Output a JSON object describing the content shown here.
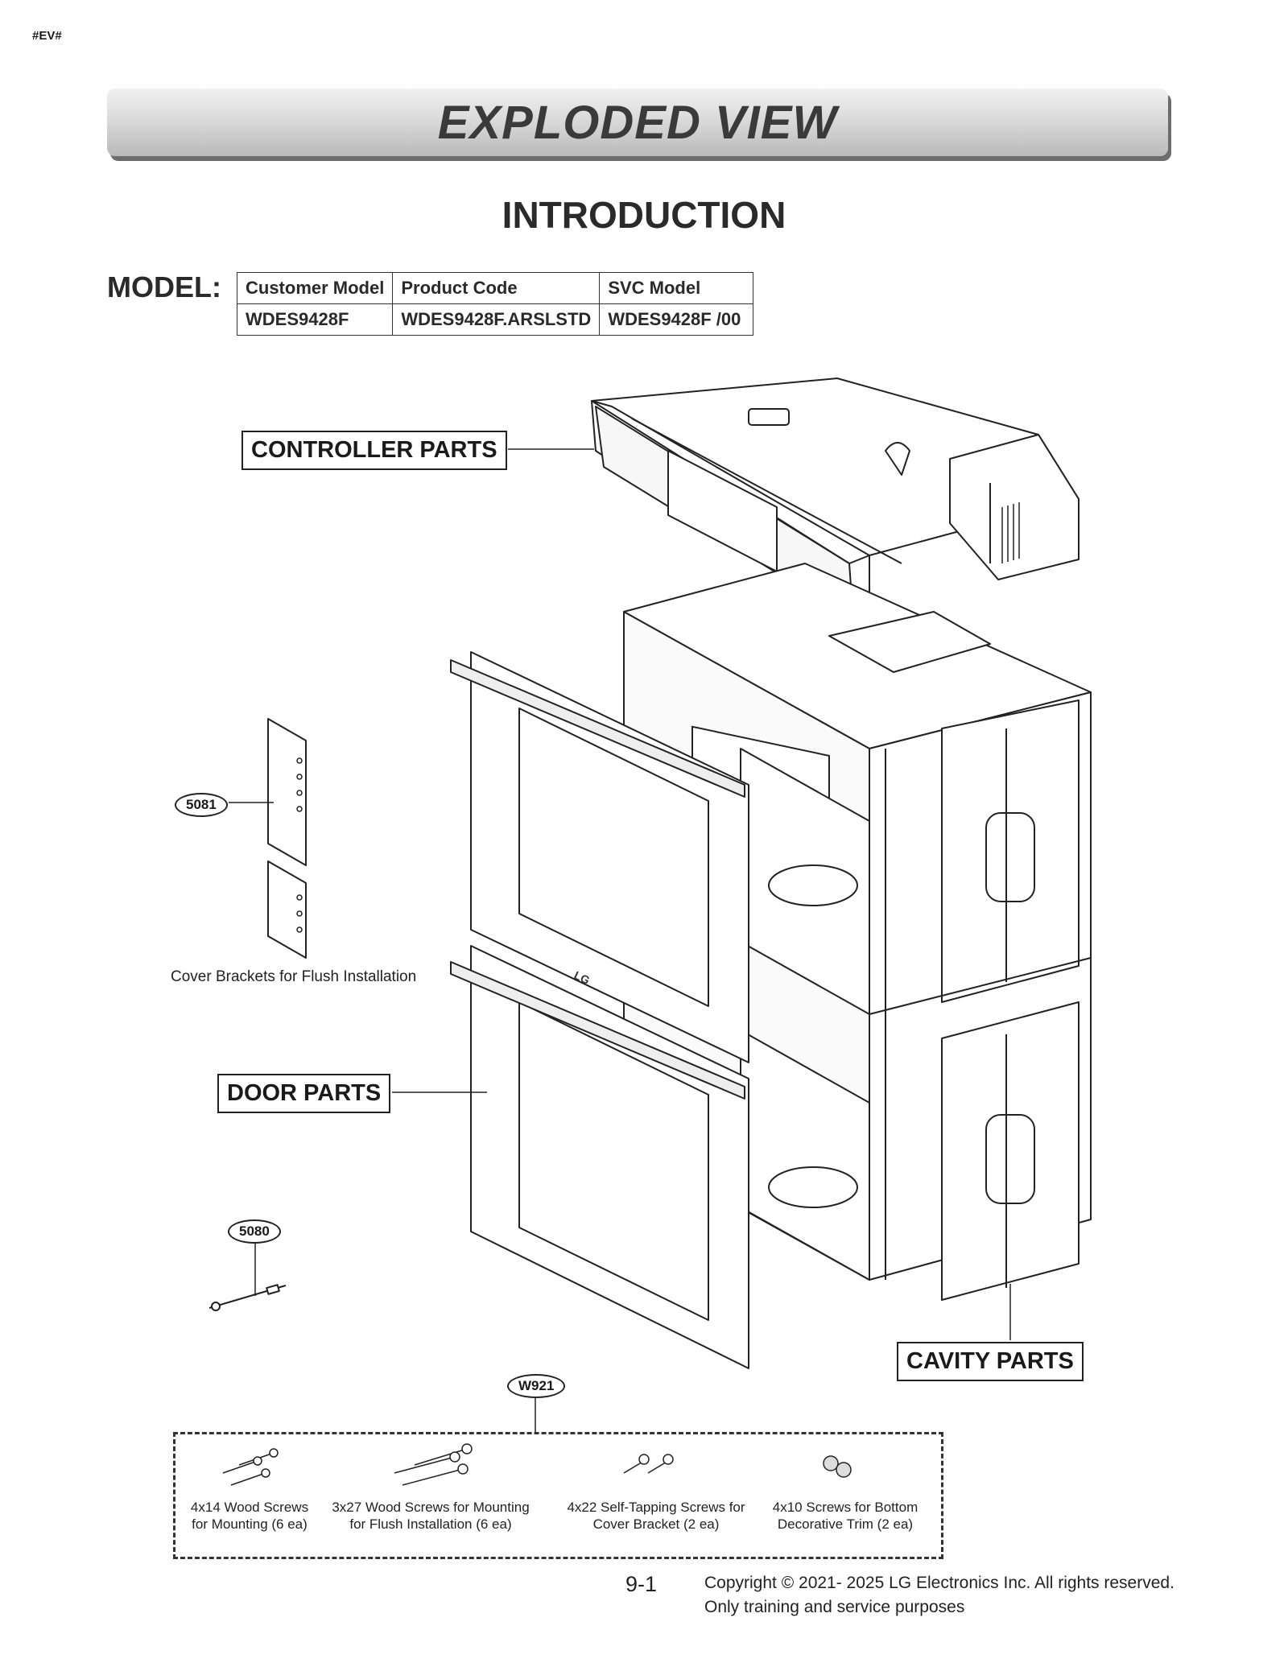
{
  "header_tag": "#EV#",
  "banner_title": "EXPLODED VIEW",
  "section_title": "INTRODUCTION",
  "model_label": "MODEL:",
  "model_table": {
    "headers": [
      "Customer Model",
      "Product Code",
      "SVC Model"
    ],
    "row": [
      "WDES9428F",
      "WDES9428F.ARSLSTD",
      "WDES9428F  /00"
    ]
  },
  "part_groups": {
    "controller": "CONTROLLER PARTS",
    "door": "DOOR PARTS",
    "cavity": "CAVITY PARTS"
  },
  "callouts": {
    "cover_bracket": "5081",
    "sensor": "5080",
    "screw_kit": "W921"
  },
  "cover_bracket_caption": "Cover Brackets for Flush Installation",
  "oven_brand": "LG",
  "screws": [
    {
      "line1": "4x14 Wood Screws",
      "line2": "for Mounting (6 ea)"
    },
    {
      "line1": "3x27 Wood Screws for Mounting",
      "line2": "for Flush Installation (6 ea)"
    },
    {
      "line1": "4x22 Self-Tapping Screws for",
      "line2": "Cover Bracket (2 ea)"
    },
    {
      "line1": "4x10 Screws for Bottom",
      "line2": "Decorative Trim (2 ea)"
    }
  ],
  "footer": {
    "page_number": "9-1",
    "copyright_line1": "Copyright © 2021- 2025 LG Electronics Inc. All rights reserved.",
    "copyright_line2": "Only training and service purposes"
  }
}
